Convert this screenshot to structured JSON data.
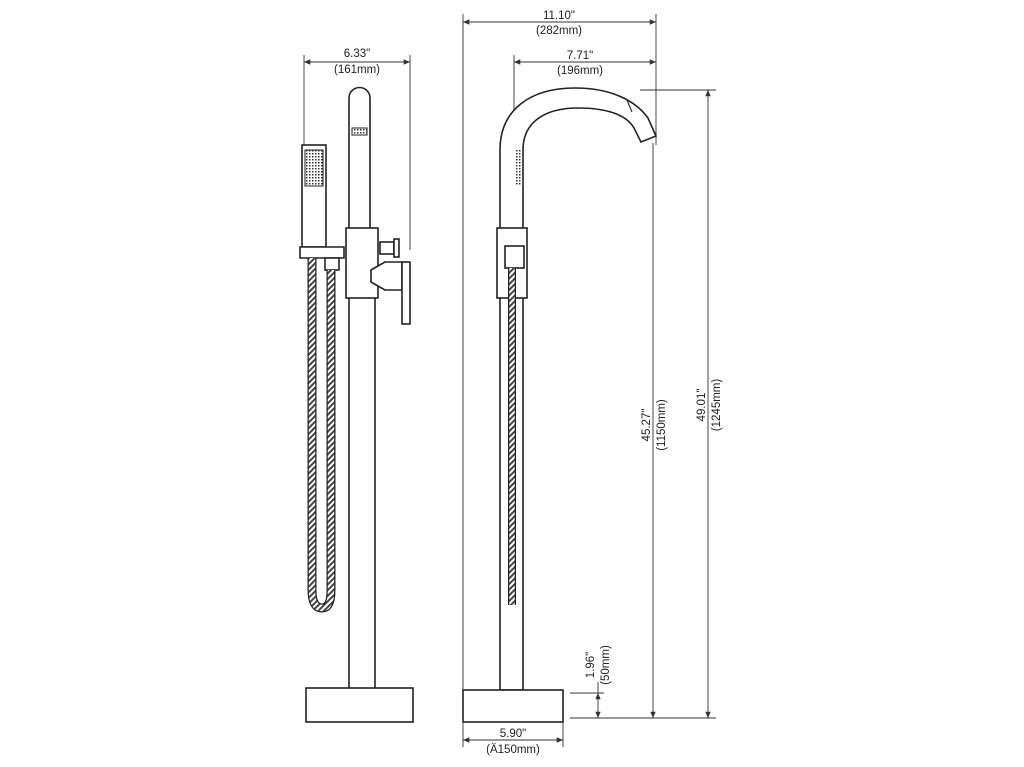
{
  "title": "Freestanding tub faucet with hand shower – dimension drawing",
  "dimensions": {
    "overall_width": {
      "in": "11.10\"",
      "mm": "(282mm)"
    },
    "spout_reach": {
      "in": "7.71\"",
      "mm": "(196mm)"
    },
    "side_width": {
      "in": "6.33\"",
      "mm": "(161mm)"
    },
    "spout_height": {
      "in": "45.27\"",
      "mm": "(1150mm)"
    },
    "overall_height": {
      "in": "49.01\"",
      "mm": "(1245mm)"
    },
    "base_height": {
      "in": "1.96\"",
      "mm": "(50mm)"
    },
    "base_diameter": {
      "in": "5.90\"",
      "mm": "(Ä150mm)"
    }
  },
  "colors": {
    "line": "#222222",
    "background": "#ffffff"
  }
}
